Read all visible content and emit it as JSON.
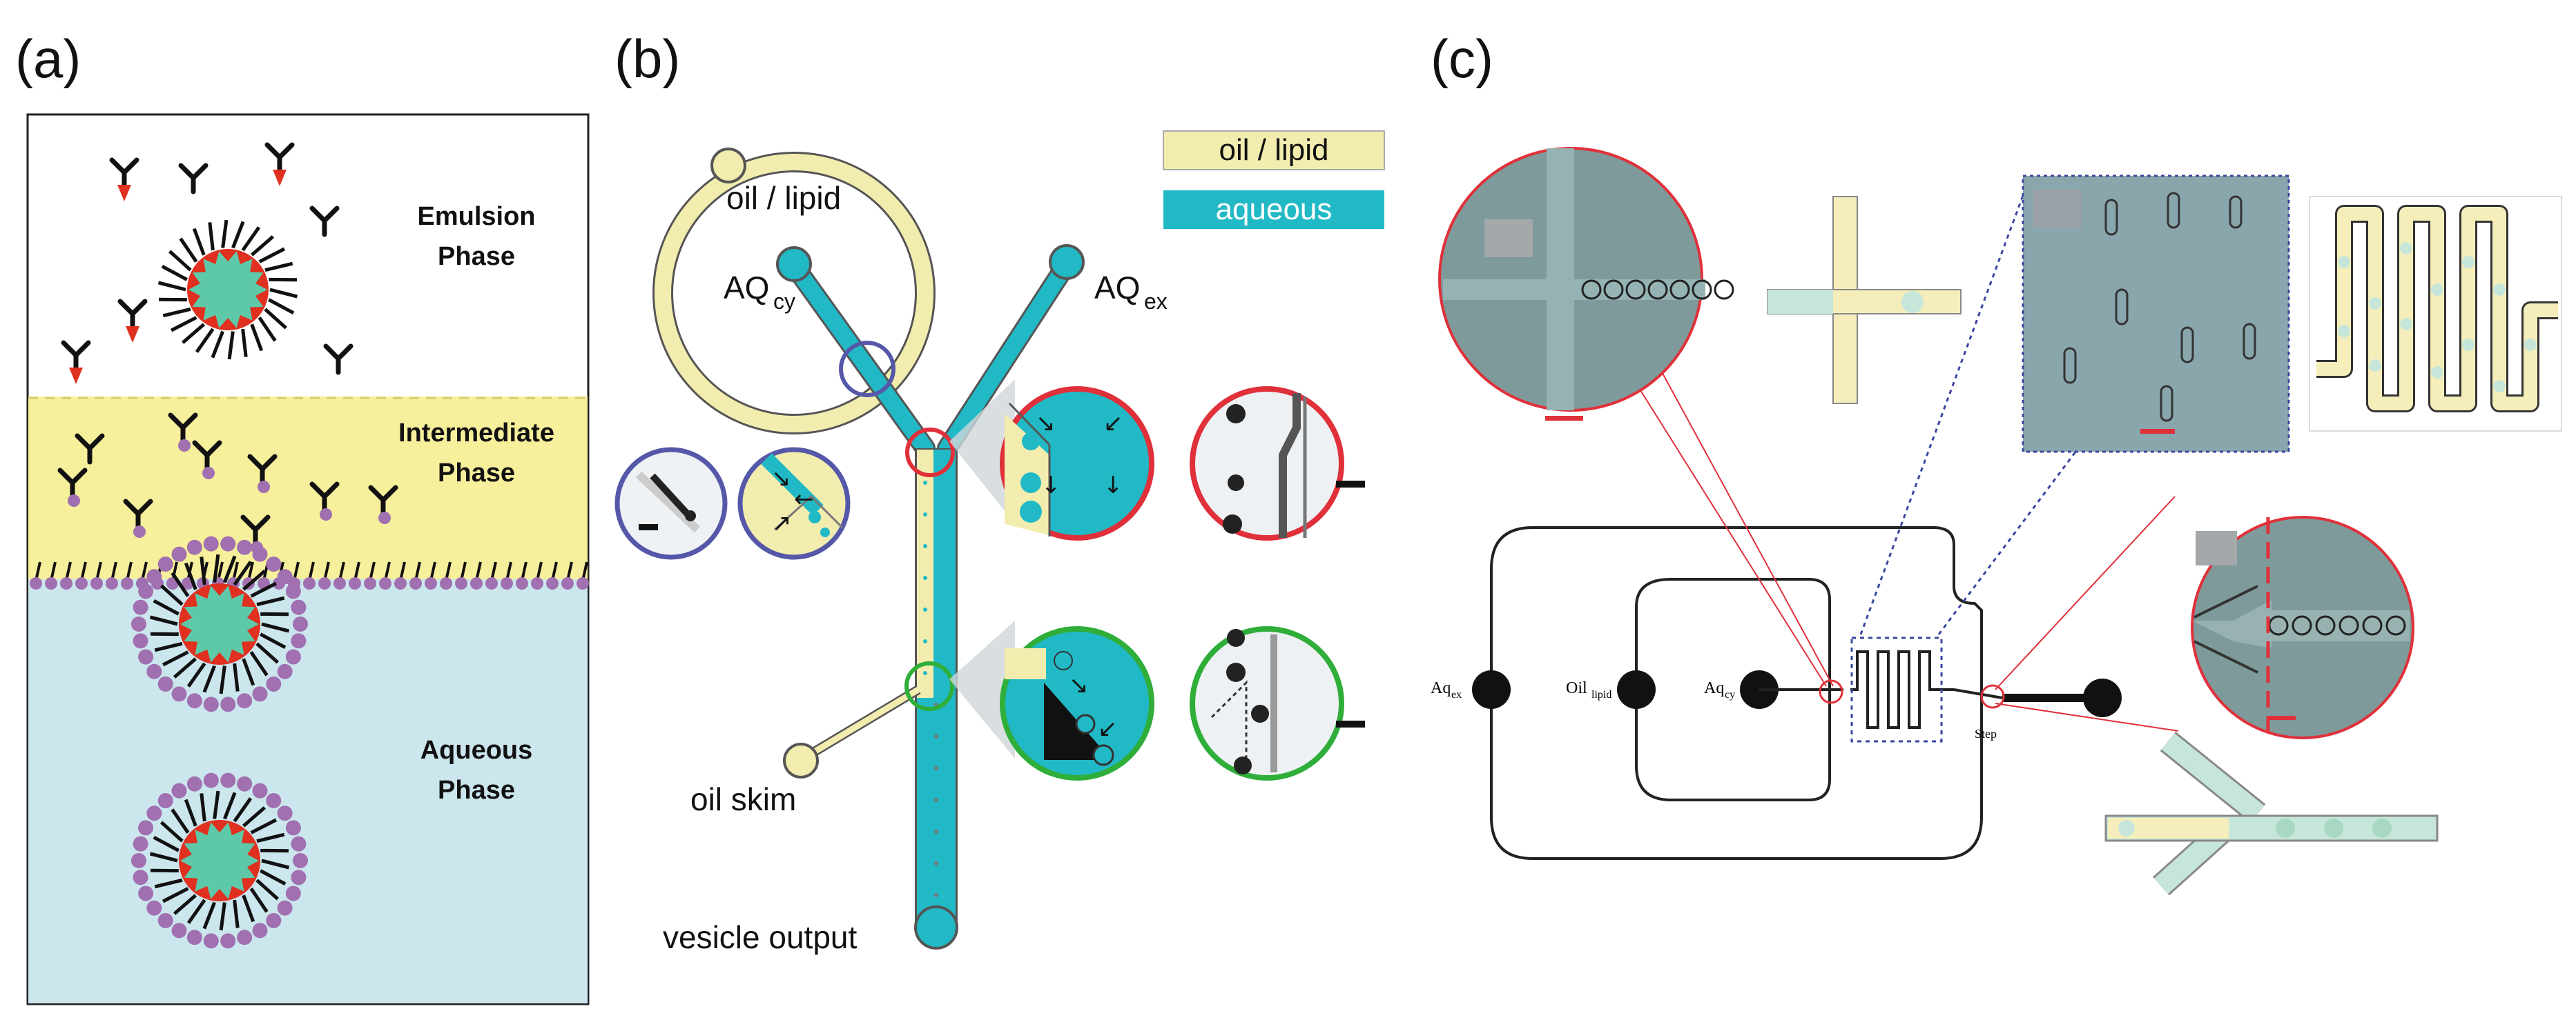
{
  "panels": {
    "a": {
      "letter": "(a)",
      "phase_labels": {
        "emulsion": [
          "Emulsion",
          "Phase"
        ],
        "intermediate": [
          "Intermediate",
          "Phase"
        ],
        "aqueous": [
          "Aqueous",
          "Phase"
        ]
      },
      "colors": {
        "intermediate": "#f6ef9c",
        "aqueous": "#cce6ee",
        "droplet": "#5ec9a8",
        "arrowhead": "#e0301f",
        "lipid_head": "#a070b0"
      }
    },
    "b": {
      "letter": "(b)",
      "legend": [
        {
          "label": "oil / lipid",
          "color": "#f2edaf"
        },
        {
          "label": "aqueous",
          "color": "#21b9c6"
        }
      ],
      "labels": {
        "oil_lipid": "oil / lipid",
        "aq_cy_main": "AQ",
        "aq_cy_sub": "cy",
        "aq_ex_main": "AQ",
        "aq_ex_sub": "ex",
        "oil_skim": "oil skim",
        "vesicle_output": "vesicle output"
      },
      "colors": {
        "oil": "#f2edaf",
        "aqueous": "#21b9c6",
        "ring_blue": "#5558a8",
        "ring_red": "#e0303a",
        "ring_green": "#2fae3a"
      }
    },
    "c": {
      "letter": "(c)",
      "labels": {
        "aq_ex": "Aq",
        "aq_ex_sub": "ex",
        "oil_lipid": "Oil",
        "oil_lipid_sub": "lipid",
        "aq_cy": "Aq",
        "aq_cy_sub": "cy",
        "step": "Step"
      },
      "colors": {
        "micro_bg": "#7f9c9c",
        "red": "#e0303a",
        "blue_dotted": "#3a46a0",
        "pale_oil": "#f5eebb",
        "pale_aq": "#c7e6da"
      }
    }
  }
}
